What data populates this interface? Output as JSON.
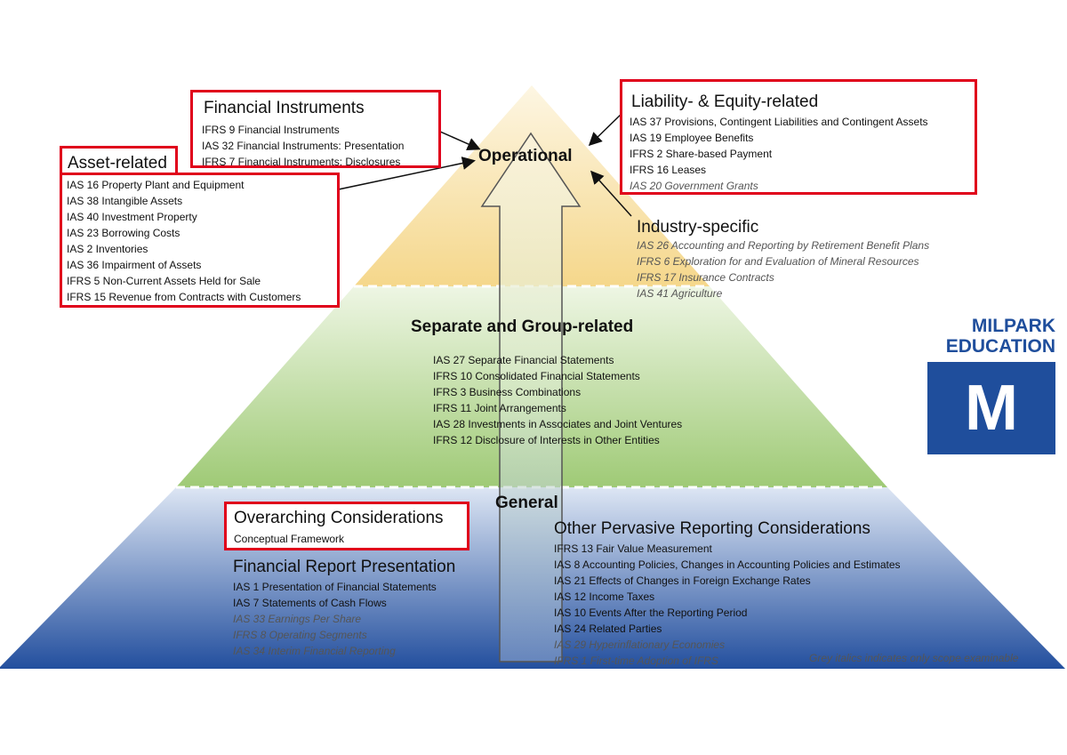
{
  "levels": {
    "operational": "Operational",
    "separate_group": "Separate and Group-related",
    "general": "General"
  },
  "financial_instruments": {
    "title": "Financial Instruments",
    "items": [
      {
        "code": "IFRS 9",
        "text": "IFRS 9 Financial Instruments",
        "grey": false
      },
      {
        "code": "IAS 32",
        "text": "IAS 32 Financial Instruments: Presentation",
        "grey": false
      },
      {
        "code": "IFRS 7",
        "text": "IFRS 7 Financial Instruments: Disclosures",
        "grey": false
      }
    ]
  },
  "asset_related": {
    "title": "Asset-related",
    "items": [
      {
        "text": "IAS 16 Property Plant and Equipment",
        "grey": false
      },
      {
        "text": "IAS 38 Intangible Assets",
        "grey": false
      },
      {
        "text": "IAS 40 Investment Property",
        "grey": false
      },
      {
        "text": "IAS 23 Borrowing Costs",
        "grey": false
      },
      {
        "text": "IAS 2 Inventories",
        "grey": false
      },
      {
        "text": "IAS 36 Impairment of Assets",
        "grey": false
      },
      {
        "text": "IFRS 5 Non-Current Assets Held for Sale",
        "grey": false
      },
      {
        "text": "IFRS 15 Revenue from Contracts with Customers",
        "grey": false
      }
    ]
  },
  "liability_equity": {
    "title": "Liability- & Equity-related",
    "items": [
      {
        "text": "IAS 37 Provisions, Contingent Liabilities and Contingent Assets",
        "grey": false
      },
      {
        "text": "IAS 19 Employee Benefits",
        "grey": false
      },
      {
        "text": "IFRS 2 Share-based Payment",
        "grey": false
      },
      {
        "text": "IFRS 16 Leases",
        "grey": false
      },
      {
        "text": "IAS 20 Government Grants",
        "grey": true
      }
    ]
  },
  "industry_specific": {
    "title": "Industry-specific",
    "items": [
      {
        "text": "IAS 26 Accounting and Reporting by Retirement Benefit Plans",
        "grey": true
      },
      {
        "text": "IFRS 6 Exploration for and Evaluation of Mineral Resources",
        "grey": true
      },
      {
        "text": "IFRS 17 Insurance Contracts",
        "grey": true
      },
      {
        "text": "IAS 41 Agriculture",
        "grey": true
      }
    ]
  },
  "separate_group": {
    "items": [
      {
        "text": "IAS 27 Separate Financial Statements",
        "grey": false
      },
      {
        "text": "IFRS 10 Consolidated Financial Statements",
        "grey": false
      },
      {
        "text": "IFRS 3 Business Combinations",
        "grey": false
      },
      {
        "text": "IFRS 11 Joint Arrangements",
        "grey": false
      },
      {
        "text": "IAS 28 Investments in Associates and Joint Ventures",
        "grey": false
      },
      {
        "text": "IFRS 12 Disclosure of Interests in Other Entities",
        "grey": false
      }
    ]
  },
  "overarching": {
    "title": "Overarching Considerations",
    "items": [
      {
        "text": "Conceptual Framework",
        "grey": false
      }
    ]
  },
  "financial_report_presentation": {
    "title": "Financial Report Presentation",
    "items": [
      {
        "text": "IAS 1 Presentation of Financial Statements",
        "grey": false
      },
      {
        "text": "IAS 7 Statements of Cash Flows",
        "grey": false
      },
      {
        "text": "IAS 33 Earnings Per Share",
        "grey": true
      },
      {
        "text": "IFRS 8 Operating Segments",
        "grey": true
      },
      {
        "text": "IAS 34 Interim Financial Reporting",
        "grey": true
      }
    ]
  },
  "other_pervasive": {
    "title": "Other Pervasive Reporting Considerations",
    "items": [
      {
        "text": "IFRS 13 Fair Value Measurement",
        "grey": false
      },
      {
        "text": "IAS 8 Accounting Policies, Changes in Accounting Policies and Estimates",
        "grey": false
      },
      {
        "text": "IAS 21 Effects of Changes in Foreign Exchange Rates",
        "grey": false
      },
      {
        "text": "IAS 12 Income Taxes",
        "grey": false
      },
      {
        "text": "IAS 10 Events After the Reporting Period",
        "grey": false
      },
      {
        "text": "IAS 24 Related Parties",
        "grey": false
      },
      {
        "text": "IAS 29 Hyperinflationary Economies",
        "grey": true
      },
      {
        "text": "IFRS 1 First-time Adoption of IFRS",
        "grey": true
      }
    ]
  },
  "note": "Grey italics indicates only scope examinable",
  "logo": {
    "line1": "MILPARK",
    "line2": "EDUCATION",
    "letter": "M"
  },
  "colors": {
    "highlight_box": "#e0001b",
    "logo_blue": "#1f4e9c",
    "operational_tier": "#f6d98a",
    "separate_tier": "#a9cf7f",
    "general_tier": "#2e5aa8"
  }
}
